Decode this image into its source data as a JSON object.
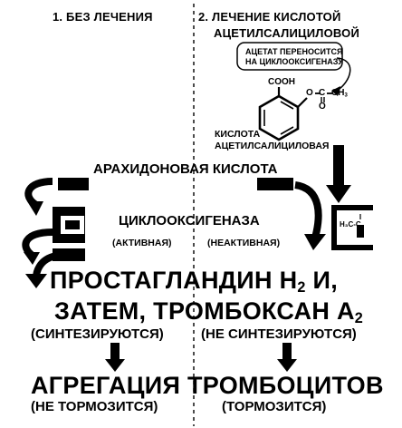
{
  "col_left_title": "1. БЕЗ ЛЕЧЕНИЯ",
  "col_right_title_1": "2. ЛЕЧЕНИЕ КИСЛОТОЙ",
  "col_right_title_2": "АЦЕТИЛСАЛИЦИЛОВОЙ",
  "callout_1": "АЦЕТАТ ПЕРЕНОСИТСЯ",
  "callout_2": "НА ЦИКЛООКСИГЕНАЗУ",
  "molecule": {
    "cooh": "COOH",
    "o": "O",
    "c1": "C",
    "c2": "C",
    "ch3": "CH",
    "ch3_sub": "3",
    "carbonyl_o": "O",
    "name_1": "КИСЛОТА",
    "name_2": "АЦЕТИЛСАЛИЦИЛОВАЯ"
  },
  "arachidonic": "АРАХИДОНОВАЯ КИСЛОТА",
  "enzyme": "ЦИКЛООКСИГЕНАЗА",
  "active": "(АКТИВНАЯ)",
  "inactive": "(НЕАКТИВНАЯ)",
  "acetyl_label": "H₃C-C",
  "acetyl_o": "O",
  "prostaglandin_line1_a": "ПРОСТАГЛАНДИН H",
  "prostaglandin_line1_sub": "2",
  "prostaglandin_line1_b": " И,",
  "prostaglandin_line2_a": "ЗАТЕМ, ТРОМБОКСАН А",
  "prostaglandin_line2_sub": "2",
  "synth_left": "(СИНТЕЗИРУЮТСЯ)",
  "synth_right": "(НЕ СИНТЕЗИРУЮТСЯ)",
  "aggregation": "АГРЕГАЦИЯ ТРОМБОЦИТОВ",
  "result_left": "(НЕ ТОРМОЗИТСЯ)",
  "result_right": "(ТОРМОЗИТСЯ)"
}
